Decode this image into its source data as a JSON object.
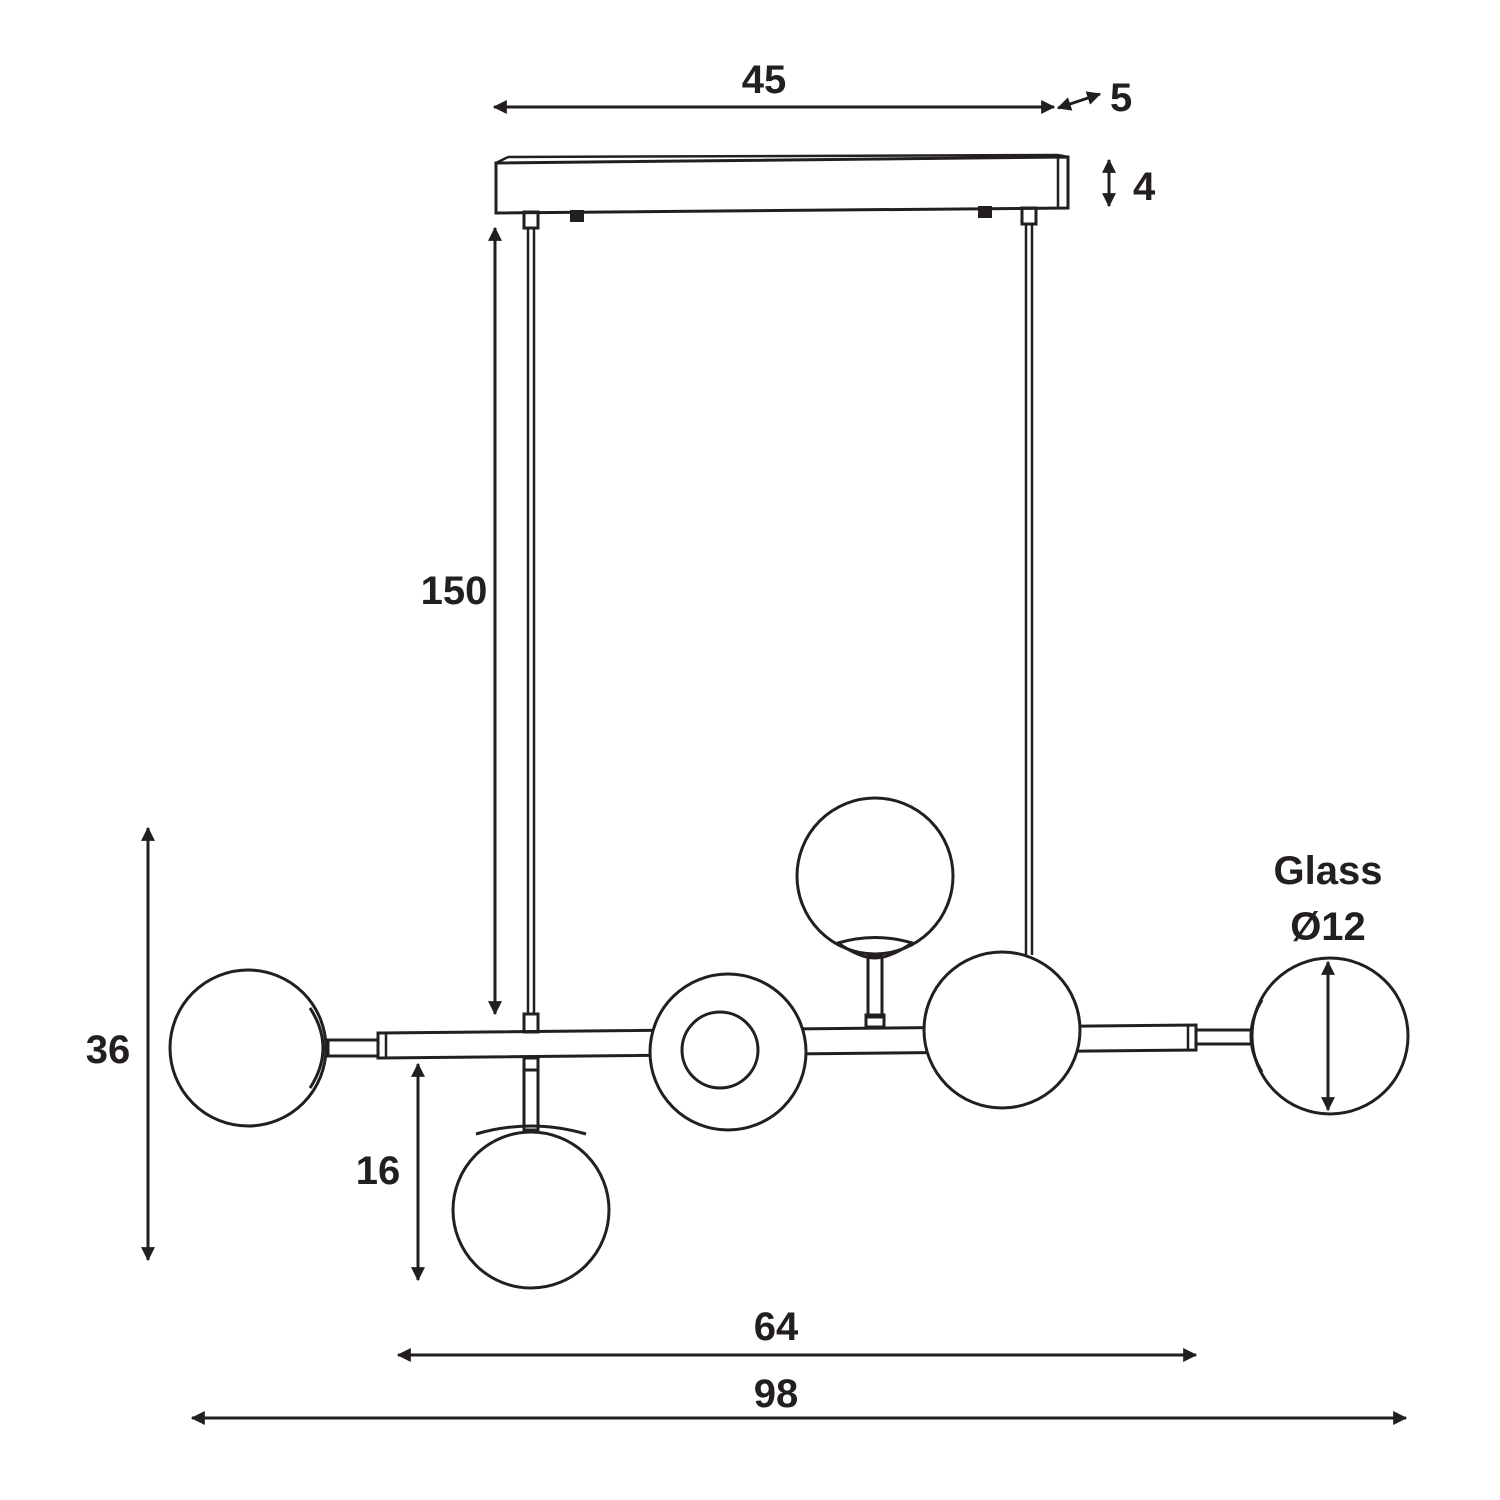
{
  "drawing": {
    "subject": "pendant-light-technical-drawing",
    "line_color": "#231f20",
    "background": "#ffffff"
  },
  "dimensions": {
    "canopy_length": "45",
    "canopy_depth": "5",
    "canopy_height": "4",
    "suspension_length": "150",
    "total_height": "36",
    "lower_drop": "16",
    "bar_length": "64",
    "total_width": "98"
  },
  "glass_label": {
    "line1": "Glass",
    "line2": "Ø12"
  }
}
